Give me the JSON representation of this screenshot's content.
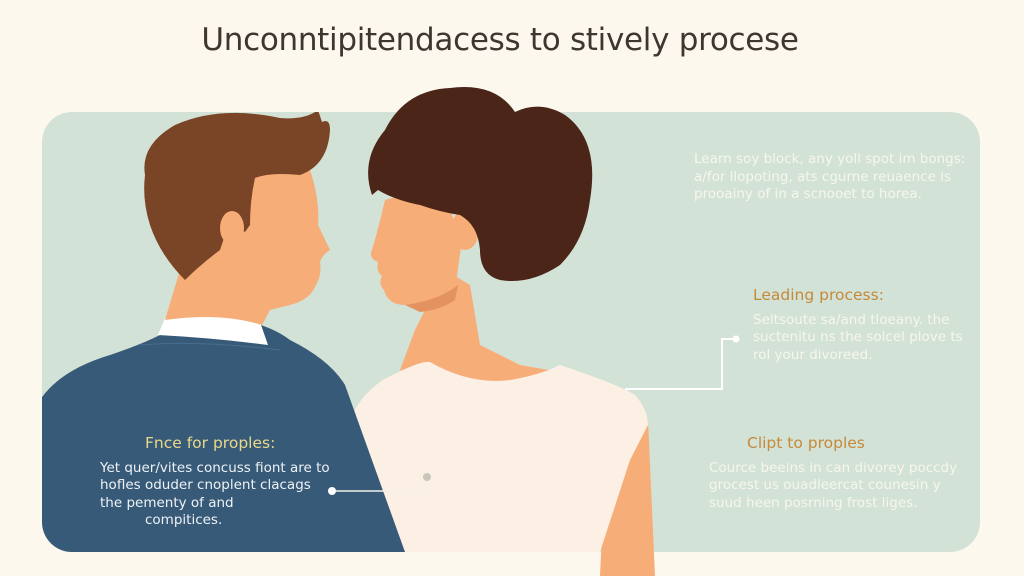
{
  "title": "Unconntipitendacess to stively procese",
  "colors": {
    "background": "#fdf8ee",
    "panel": "#d3e2d6",
    "skin": "#f6ad78",
    "man_hair": "#7a4526",
    "woman_hair": "#4a2518",
    "jacket": "#385a79",
    "collar": "#ffffff",
    "woman_top": "#fcefe3",
    "heading_accent": "#c48a3a",
    "heading_accent_light": "#e8d98a"
  },
  "figures": {
    "man": "man-profile-facing-right",
    "woman": "woman-profile-facing-left"
  },
  "notes": {
    "top_right": {
      "heading": "",
      "body": "Learn soy block, any yoll spot im bongs: a/for llopoting, ats cgurne reuaence is prooainy of in a scnooet to horea."
    },
    "mid_right": {
      "heading": "Leading process:",
      "body": "Seltsoute sa/and tloeany. the suctenitu ns the solcel plove ts rol your divoreed."
    },
    "bottom_right": {
      "heading": "Clipt to proples",
      "body": "Cource beeins in can divorey poccdy grocest us ouadleercat counesin y suud heen posrning frost liges."
    },
    "bottom_left": {
      "heading": "Fnce for proples:",
      "body": "Yet quer/vites concuss fiont are to hofles oduder cnoplent clacags the pementy of and",
      "body_last": "compitices."
    }
  }
}
